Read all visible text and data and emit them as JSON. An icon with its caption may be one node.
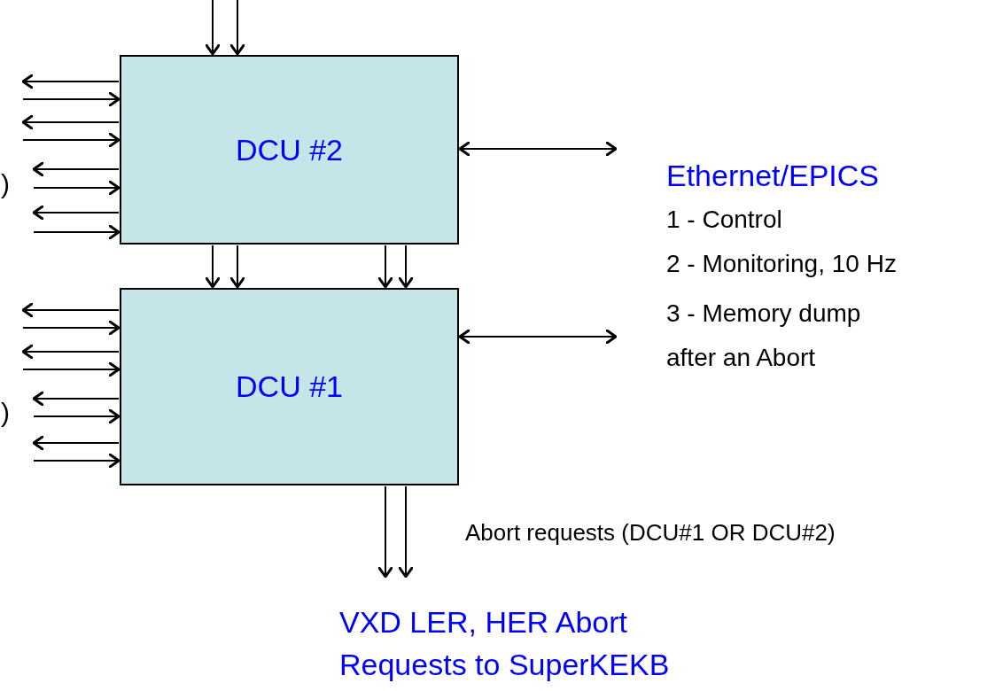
{
  "diagram": {
    "nodes": [
      {
        "text": [
          "DCU #2"
        ]
      },
      {
        "text": [
          "DCU #1"
        ]
      },
      {
        "text": [
          "VXD LER, HER Abort Requests to SuperKEKB"
        ]
      }
    ],
    "edges": [
      {
        "from": null,
        "to": 0,
        "arrow": "to"
      },
      {
        "from": null,
        "to": 0,
        "arrow": "to"
      },
      {
        "from": 0,
        "to": null,
        "arrow": "to"
      },
      {
        "from": null,
        "to": 0,
        "arrow": "to"
      },
      {
        "from": 0,
        "to": null,
        "arrow": "to"
      },
      {
        "from": null,
        "to": 0,
        "arrow": "to"
      },
      {
        "from": 0,
        "to": null,
        "arrow": "to"
      },
      {
        "from": null,
        "to": 0,
        "arrow": "to"
      },
      {
        "from": 0,
        "to": null,
        "arrow": "to"
      },
      {
        "from": null,
        "to": 0,
        "arrow": "to"
      },
      {
        "from": 0,
        "to": null,
        "arrow": "both"
      },
      {
        "from": 0,
        "to": 1,
        "arrow": "to"
      },
      {
        "from": 0,
        "to": 1,
        "arrow": "to"
      },
      {
        "from": 0,
        "to": 1,
        "arrow": "to"
      },
      {
        "from": 0,
        "to": 1,
        "arrow": "to"
      },
      {
        "from": 1,
        "to": null,
        "arrow": "to"
      },
      {
        "from": null,
        "to": 1,
        "arrow": "to"
      },
      {
        "from": 1,
        "to": null,
        "arrow": "to"
      },
      {
        "from": null,
        "to": 1,
        "arrow": "to"
      },
      {
        "from": 1,
        "to": null,
        "arrow": "to"
      },
      {
        "from": null,
        "to": 1,
        "arrow": "to"
      },
      {
        "from": 1,
        "to": null,
        "arrow": "to"
      },
      {
        "from": null,
        "to": 1,
        "arrow": "to"
      },
      {
        "from": 1,
        "to": null,
        "arrow": "both"
      },
      {
        "from": 1,
        "to": 2,
        "arrow": "to"
      },
      {
        "from": 1,
        "to": 2,
        "arrow": "to",
        "label": "Abort requests (DCU#1 OR DCU#2)"
      }
    ],
    "labels": [
      ")",
      "Ethernet/EPICS",
      "1 - Control",
      "2 - Monitoring, 10 Hz",
      "3 - Memory dump after an Abort",
      ")"
    ]
  }
}
